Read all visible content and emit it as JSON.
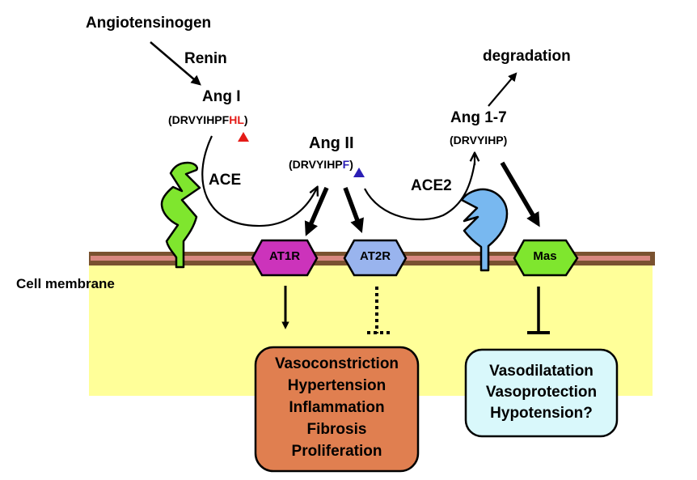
{
  "colors": {
    "cytoplasm": "#ffff99",
    "membrane_outer": "#7a5230",
    "membrane_inner": "#d98880",
    "ace_enzyme": "#7fe62e",
    "ace2_enzyme": "#78b8f0",
    "at1r": "#cc33bb",
    "at2r": "#99b4ee",
    "mas": "#7fe62e",
    "bad_effects_box": "#e07f50",
    "good_effects_box": "#d9f8fb",
    "cleavage_ace": "#e41b17",
    "cleavage_ace2": "#2b1fb5"
  },
  "labels": {
    "angiotensinogen": "Angiotensinogen",
    "renin": "Renin",
    "ang1": "Ang I",
    "ang1_seq_main": "(DRVYIHPF",
    "ang1_seq_cleaved": "HL",
    "ang1_seq_close": ")",
    "ang2": "Ang II",
    "ang2_seq_main": "(DRVYIHP",
    "ang2_seq_cleaved": "F",
    "ang2_seq_close": ")",
    "ang17": "Ang 1-7",
    "ang17_seq": "(DRVYIHP)",
    "degradation": "degradation",
    "ace": "ACE",
    "ace2": "ACE2",
    "cell_membrane": "Cell membrane"
  },
  "receptors": [
    {
      "name": "AT1R"
    },
    {
      "name": "AT2R"
    },
    {
      "name": "Mas"
    }
  ],
  "effects": {
    "at1r": [
      "Vasoconstriction",
      "Hypertension",
      "Inflammation",
      "Fibrosis",
      "Proliferation"
    ],
    "mas": [
      "Vasodilatation",
      "Vasoprotection",
      "Hypotension?"
    ]
  }
}
